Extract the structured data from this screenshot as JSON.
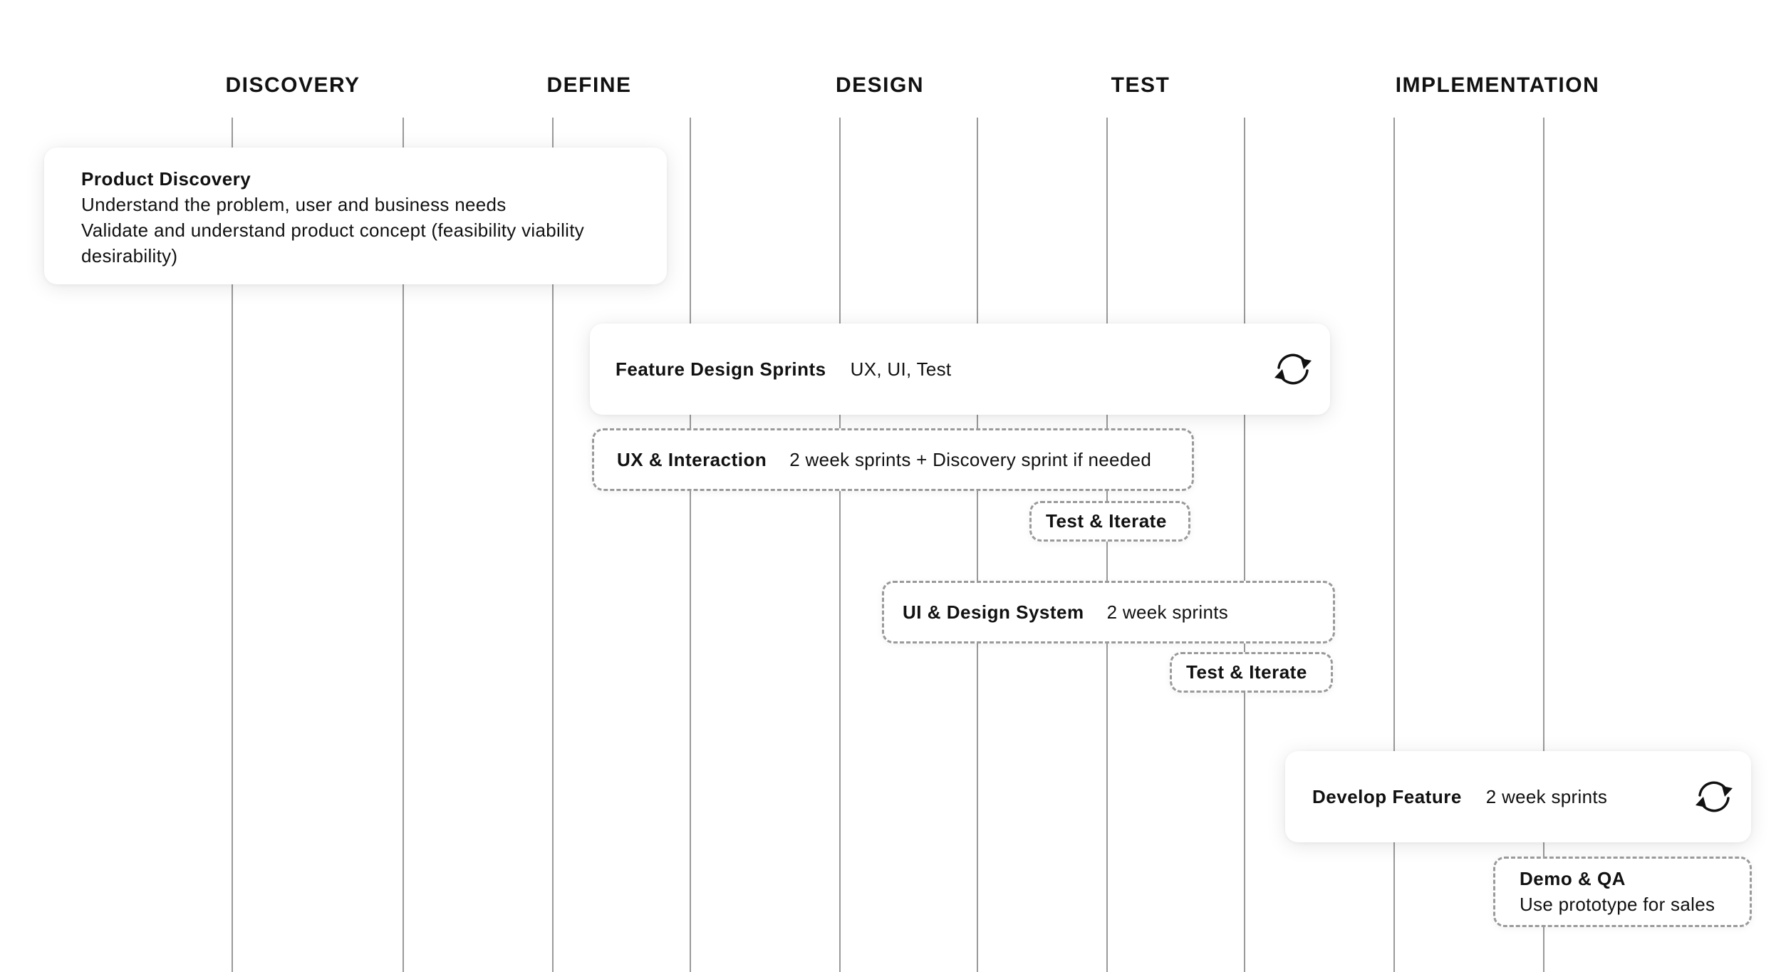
{
  "phases": {
    "discovery": "DISCOVERY",
    "define": "DEFINE",
    "design": "DESIGN",
    "test": "TEST",
    "implementation": "IMPLEMENTATION"
  },
  "product_discovery": {
    "title": "Product Discovery",
    "lines": [
      "Understand the problem, user and business needs",
      "Validate and understand product concept (feasibility viability",
      "desirability)"
    ]
  },
  "feature_design_sprints": {
    "title": "Feature Design Sprints",
    "desc": "UX, UI, Test",
    "icon": "cycle-icon"
  },
  "ux_interaction": {
    "title": "UX & Interaction",
    "desc": "2 week sprints + Discovery sprint if needed"
  },
  "test_iterate_1": {
    "title": "Test & Iterate"
  },
  "ui_design_system": {
    "title": "UI & Design System",
    "desc": "2 week sprints"
  },
  "test_iterate_2": {
    "title": "Test & Iterate"
  },
  "develop_feature": {
    "title": "Develop Feature",
    "desc": "2 week sprints",
    "icon": "cycle-icon"
  },
  "demo_qa": {
    "title": "Demo & QA",
    "desc": "Use prototype for sales"
  },
  "colors": {
    "line": "#9a9a9a",
    "text": "#111111",
    "card": "#ffffff"
  }
}
